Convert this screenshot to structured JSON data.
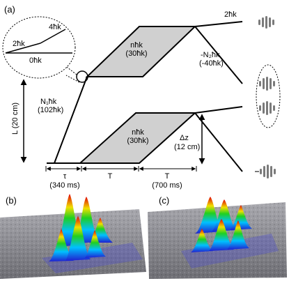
{
  "panel_a": {
    "label": "(a)",
    "inset": {
      "k2": "2ħk",
      "k4": "4ħk",
      "k0": "0ħk"
    },
    "arm_upper_label": {
      "line1": "nħk",
      "line2": "(30ħk)"
    },
    "arm_lower_label": {
      "line1": "nħk",
      "line2": "(30ħk)"
    },
    "top_right_label": "2ħk",
    "kick2_label": {
      "line1": "-N₂ħk",
      "line2": "(-40ħk)"
    },
    "kick1_label": {
      "line1": "N₁ħk",
      "line2": "(102ħk)"
    },
    "length_label": "L (20 cm)",
    "dz_label": {
      "line1": "Δz",
      "line2": "(12 cm)"
    },
    "tau_label": {
      "line1": "τ",
      "line2": "(340 ms)"
    },
    "T1_label": "T",
    "T2_label": {
      "line1": "T",
      "line2": "(700 ms)"
    }
  },
  "panel_b": {
    "label": "(b)"
  },
  "panel_c": {
    "label": "(c)"
  },
  "colors": {
    "line": "#000000",
    "parallelogram_fill": "#d0d0d0",
    "atom_cloud": "#7a7a7a",
    "surface_base": "#8f8f95"
  }
}
